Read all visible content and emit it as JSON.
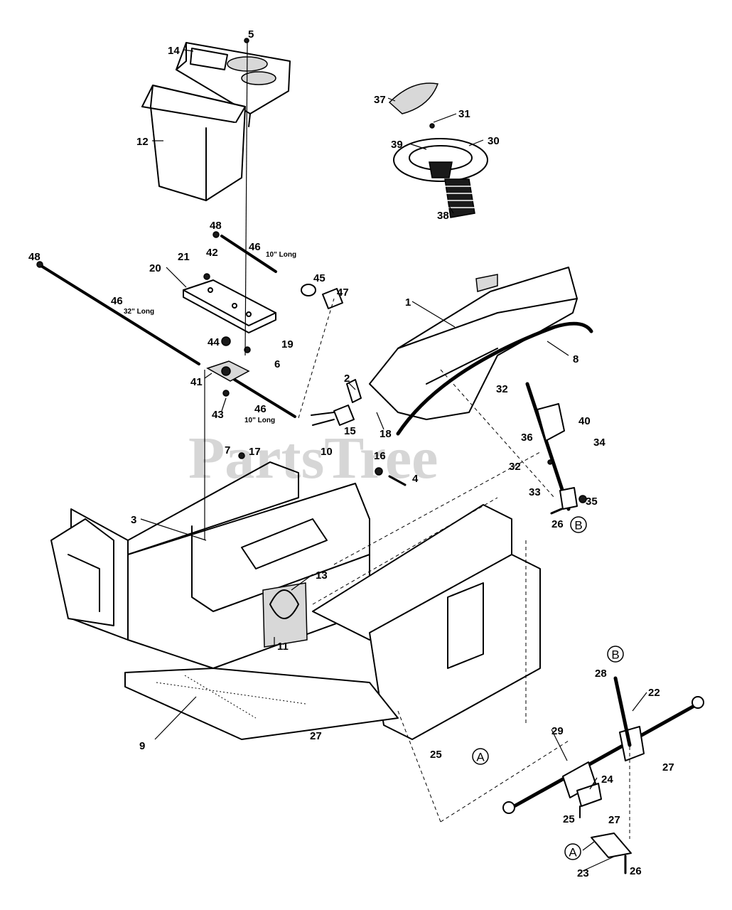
{
  "watermark": "PartsTree",
  "callouts": [
    {
      "id": "c5",
      "text": "5"
    },
    {
      "id": "c14",
      "text": "14"
    },
    {
      "id": "c12",
      "text": "12"
    },
    {
      "id": "c37",
      "text": "37"
    },
    {
      "id": "c31",
      "text": "31"
    },
    {
      "id": "c39",
      "text": "39"
    },
    {
      "id": "c30",
      "text": "30"
    },
    {
      "id": "c38",
      "text": "38"
    },
    {
      "id": "c48a",
      "text": "48"
    },
    {
      "id": "c46a",
      "text": "46"
    },
    {
      "id": "c21",
      "text": "21"
    },
    {
      "id": "c42",
      "text": "42"
    },
    {
      "id": "c48b",
      "text": "48"
    },
    {
      "id": "c20",
      "text": "20"
    },
    {
      "id": "c45",
      "text": "45"
    },
    {
      "id": "c47",
      "text": "47"
    },
    {
      "id": "c46b",
      "text": "46"
    },
    {
      "id": "c44",
      "text": "44"
    },
    {
      "id": "c19",
      "text": "19"
    },
    {
      "id": "c6",
      "text": "6"
    },
    {
      "id": "c41",
      "text": "41"
    },
    {
      "id": "c43",
      "text": "43"
    },
    {
      "id": "c46c",
      "text": "46"
    },
    {
      "id": "c1",
      "text": "1"
    },
    {
      "id": "c8",
      "text": "8"
    },
    {
      "id": "c2",
      "text": "2"
    },
    {
      "id": "c15",
      "text": "15"
    },
    {
      "id": "c18",
      "text": "18"
    },
    {
      "id": "c10",
      "text": "10"
    },
    {
      "id": "c7",
      "text": "7"
    },
    {
      "id": "c17",
      "text": "17"
    },
    {
      "id": "c16",
      "text": "16"
    },
    {
      "id": "c4",
      "text": "4"
    },
    {
      "id": "c32a",
      "text": "32"
    },
    {
      "id": "c40",
      "text": "40"
    },
    {
      "id": "c36",
      "text": "36"
    },
    {
      "id": "c34",
      "text": "34"
    },
    {
      "id": "c32b",
      "text": "32"
    },
    {
      "id": "c33",
      "text": "33"
    },
    {
      "id": "c35",
      "text": "35"
    },
    {
      "id": "c26a",
      "text": "26"
    },
    {
      "id": "c3",
      "text": "3"
    },
    {
      "id": "c13",
      "text": "13"
    },
    {
      "id": "c11",
      "text": "11"
    },
    {
      "id": "c9",
      "text": "9"
    },
    {
      "id": "c27a",
      "text": "27"
    },
    {
      "id": "c25a",
      "text": "25"
    },
    {
      "id": "c28",
      "text": "28"
    },
    {
      "id": "c22",
      "text": "22"
    },
    {
      "id": "c29",
      "text": "29"
    },
    {
      "id": "c27b",
      "text": "27"
    },
    {
      "id": "c24",
      "text": "24"
    },
    {
      "id": "c25b",
      "text": "25"
    },
    {
      "id": "c27c",
      "text": "27"
    },
    {
      "id": "c23",
      "text": "23"
    },
    {
      "id": "c26b",
      "text": "26"
    }
  ],
  "notes": {
    "len10a": "10\" Long",
    "len32": "32\" Long",
    "len10b": "10\" Long"
  },
  "refs": {
    "refB1": "B",
    "refA1": "A",
    "refB2": "B",
    "refA2": "A"
  }
}
